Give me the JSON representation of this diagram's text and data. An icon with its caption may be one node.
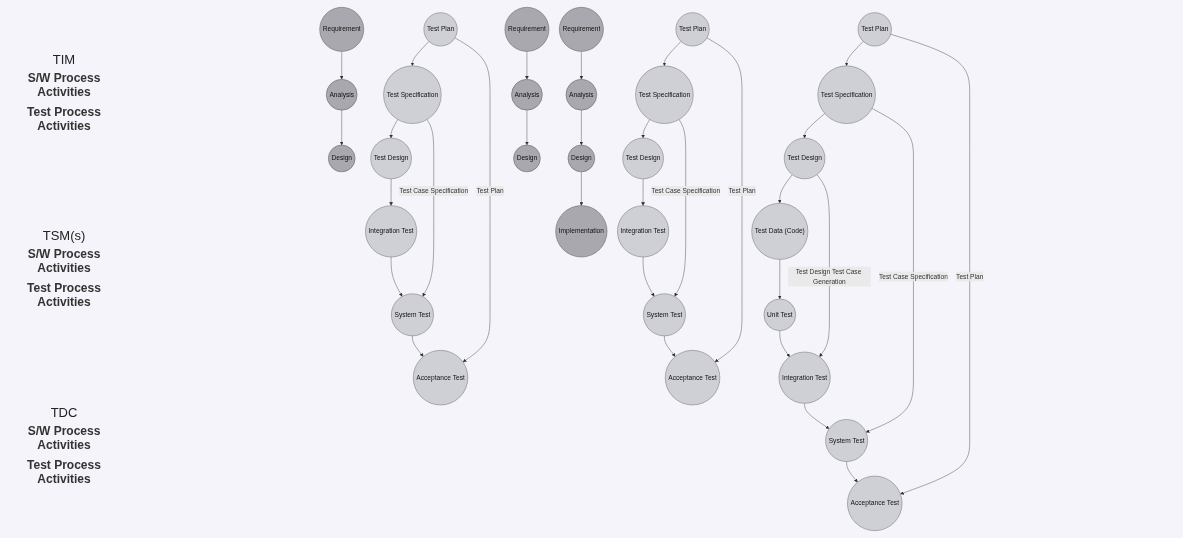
{
  "diagram": {
    "nodes": [
      {
        "text": [
          "Requirement"
        ]
      },
      {
        "text": [
          "Test Plan"
        ]
      },
      {
        "text": [
          "Acceptance Test"
        ]
      },
      {
        "text": [
          "Analysis"
        ]
      },
      {
        "text": [
          "Test Specification"
        ]
      },
      {
        "text": [
          "System Test"
        ]
      },
      {
        "text": [
          "Design"
        ]
      },
      {
        "text": [
          "Test Design"
        ]
      },
      {
        "text": [
          "Integration Test"
        ]
      },
      {
        "text": [
          "Requirement"
        ]
      },
      {
        "text": [
          "Test Plan"
        ]
      },
      {
        "text": [
          "Acceptance Test"
        ]
      },
      {
        "text": [
          "Analysis"
        ]
      },
      {
        "text": [
          "Test Specification"
        ]
      },
      {
        "text": [
          "System Test"
        ]
      },
      {
        "text": [
          "Design"
        ]
      },
      {
        "text": [
          "Test Design"
        ]
      },
      {
        "text": [
          "Integration Test"
        ]
      },
      {
        "text": [
          "Requirement"
        ]
      },
      {
        "text": [
          "Test Plan"
        ]
      },
      {
        "text": [
          "Acceptance Test"
        ]
      },
      {
        "text": [
          "Analysis"
        ]
      },
      {
        "text": [
          "Test Specification"
        ]
      },
      {
        "text": [
          "System Test"
        ]
      },
      {
        "text": [
          "Design"
        ]
      },
      {
        "text": [
          "Test Design"
        ]
      },
      {
        "text": [
          "Integration Test"
        ]
      },
      {
        "text": [
          "Implementation"
        ]
      },
      {
        "text": [
          "Test Data (Code)"
        ]
      },
      {
        "text": [
          "Unit Test"
        ]
      }
    ],
    "edges": [
      {
        "from": 0,
        "to": 3,
        "arrow": "to"
      },
      {
        "from": 3,
        "to": 6,
        "arrow": "to"
      },
      {
        "from": 1,
        "to": 4,
        "arrow": "to"
      },
      {
        "from": 4,
        "to": 7,
        "arrow": "to"
      },
      {
        "from": 1,
        "to": 2,
        "arrow": "to",
        "label": "Test Plan"
      },
      {
        "from": 4,
        "to": 5,
        "arrow": "to",
        "label": "Test Case Specification"
      },
      {
        "from": 7,
        "to": 8,
        "arrow": "to"
      },
      {
        "from": 8,
        "to": 5,
        "arrow": "to"
      },
      {
        "from": 5,
        "to": 2,
        "arrow": "to"
      },
      {
        "from": 9,
        "to": 12,
        "arrow": "to"
      },
      {
        "from": 12,
        "to": 15,
        "arrow": "to"
      },
      {
        "from": 10,
        "to": 13,
        "arrow": "to"
      },
      {
        "from": 13,
        "to": 16,
        "arrow": "to"
      },
      {
        "from": 10,
        "to": 11,
        "arrow": "to",
        "label": "Test Plan"
      },
      {
        "from": 13,
        "to": 14,
        "arrow": "to",
        "label": "Test Case Specification"
      },
      {
        "from": 16,
        "to": 17,
        "arrow": "to"
      },
      {
        "from": 17,
        "to": 14,
        "arrow": "to"
      },
      {
        "from": 14,
        "to": 11,
        "arrow": "to"
      },
      {
        "from": 18,
        "to": 21,
        "arrow": "to"
      },
      {
        "from": 21,
        "to": 24,
        "arrow": "to"
      },
      {
        "from": 24,
        "to": 27,
        "arrow": "to"
      },
      {
        "from": 19,
        "to": 22,
        "arrow": "to"
      },
      {
        "from": 22,
        "to": 25,
        "arrow": "to"
      },
      {
        "from": 25,
        "to": 28,
        "arrow": "to"
      },
      {
        "from": 19,
        "to": 20,
        "arrow": "to",
        "label": "Test Plan"
      },
      {
        "from": 22,
        "to": 23,
        "arrow": "to",
        "label": "Test Case Specification"
      },
      {
        "from": 25,
        "to": 26,
        "arrow": "to",
        "label": "Test Design Test Case Generation"
      },
      {
        "from": 28,
        "to": 29,
        "arrow": "to"
      },
      {
        "from": 29,
        "to": 26,
        "arrow": "to"
      },
      {
        "from": 26,
        "to": 23,
        "arrow": "to"
      },
      {
        "from": 23,
        "to": 20,
        "arrow": "to"
      }
    ],
    "labels": [
      "TIM",
      "S/W Process Activities",
      "Test Process Activities",
      "TSM(s)",
      "S/W Process Activities",
      "Test Process Activities",
      "TDC",
      "S/W Process Activities",
      "Test Process Activities"
    ]
  }
}
